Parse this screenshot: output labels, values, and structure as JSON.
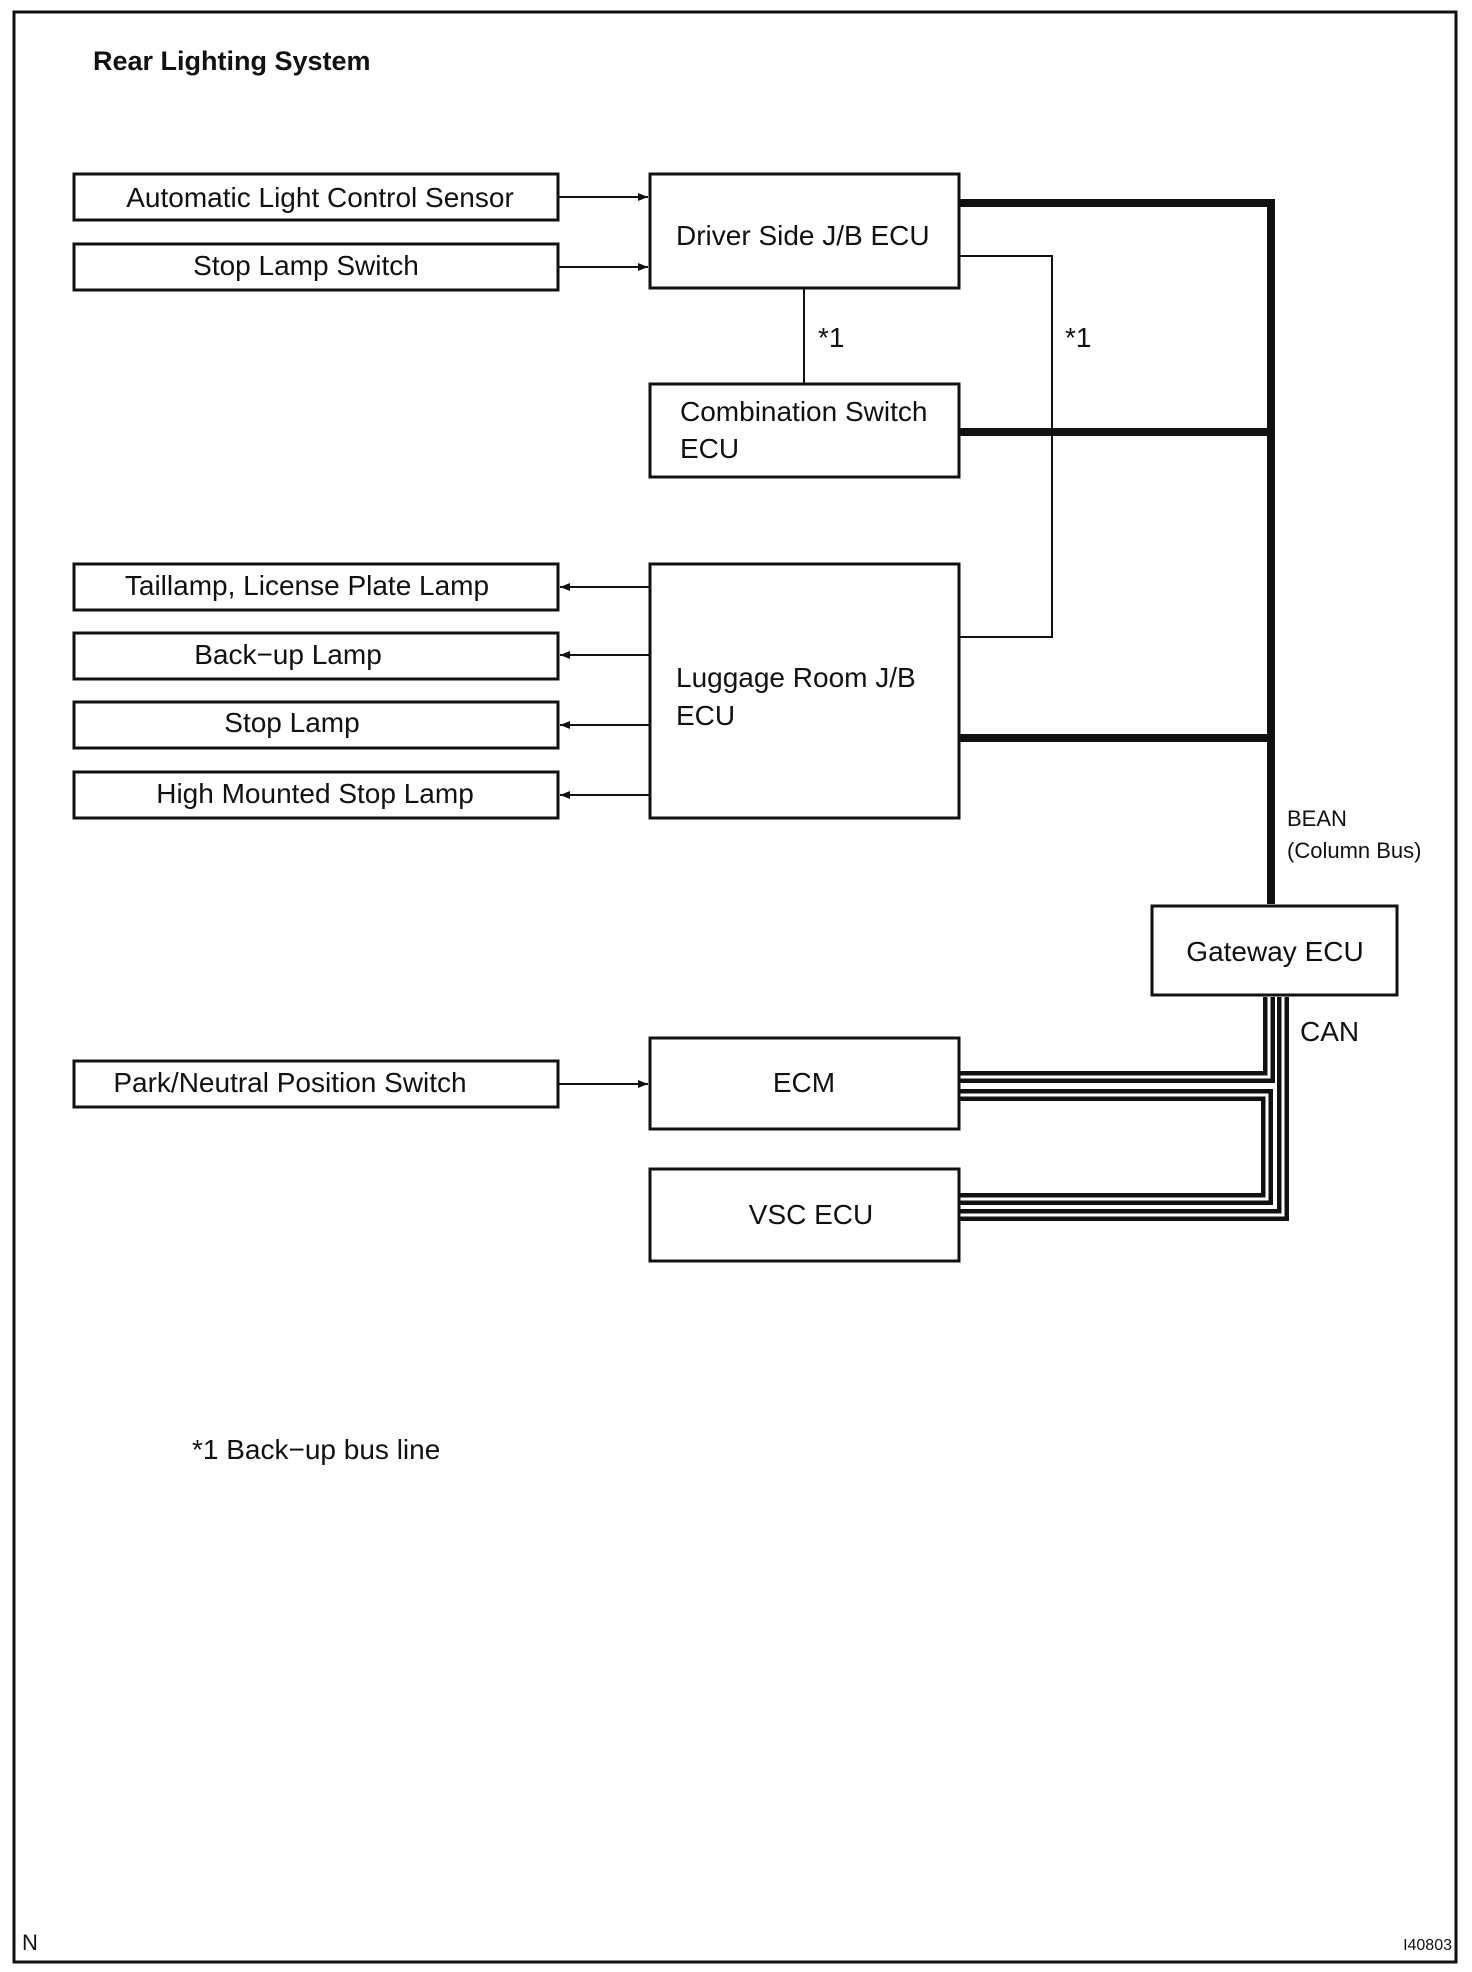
{
  "title": "Rear Lighting System",
  "inputs": {
    "auto_light_sensor": "Automatic Light Control Sensor",
    "stop_lamp_switch": "Stop Lamp Switch",
    "park_neutral_switch": "Park/Neutral Position Switch"
  },
  "outputs": {
    "taillamp": "Taillamp, License Plate Lamp",
    "backup_lamp": "Back−up Lamp",
    "stop_lamp": "Stop Lamp",
    "high_mounted_stop_lamp": "High Mounted Stop Lamp"
  },
  "ecus": {
    "driver_side_jb": "Driver Side J/B ECU",
    "combination_switch_line1": "Combination Switch",
    "combination_switch_line2": "ECU",
    "luggage_room_jb_line1": "Luggage Room J/B",
    "luggage_room_jb_line2": "ECU",
    "gateway": "Gateway ECU",
    "ecm": "ECM",
    "vsc": "VSC ECU"
  },
  "buses": {
    "bean_line1": "BEAN",
    "bean_line2": "(Column Bus)",
    "can": "CAN",
    "backup_marker": "*1"
  },
  "footnote": "*1 Back−up bus line",
  "corner_left": "N",
  "corner_right": "I40803"
}
